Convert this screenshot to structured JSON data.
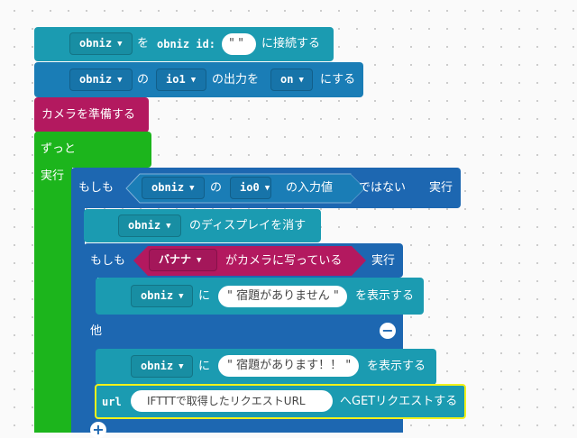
{
  "blocks": {
    "connect": {
      "device": "obniz",
      "wo": "を",
      "id_label": "obniz id:",
      "id_value": "\"  \"",
      "suffix": "に接続する"
    },
    "output": {
      "device": "obniz",
      "no": "の",
      "pin": "io1",
      "mid": "の出力を",
      "state": "on",
      "suffix": "にする"
    },
    "camera": {
      "label": "カメラを準備する"
    },
    "forever": {
      "label": "ずっと",
      "do": "実行"
    },
    "if1": {
      "if": "もしも",
      "device": "obniz",
      "no": "の",
      "pin": "io0",
      "input": "の入力値",
      "not": "ではない",
      "do": "実行"
    },
    "clear": {
      "device": "obniz",
      "label": "のディスプレイを消す"
    },
    "if2": {
      "if": "もしも",
      "object": "バナナ",
      "cond": "がカメラに写っている",
      "do": "実行",
      "else": "他"
    },
    "show1": {
      "device": "obniz",
      "ni": "に",
      "text": "\" 宿題がありません \"",
      "suffix": "を表示する"
    },
    "show2": {
      "device": "obniz",
      "ni": "に",
      "text": "\" 宿題があります！！ \"",
      "suffix": "を表示する"
    },
    "get": {
      "url_label": "url",
      "url_value": "IFTTTで取得したリクエストURL",
      "suffix": "へGETリクエストする"
    }
  }
}
